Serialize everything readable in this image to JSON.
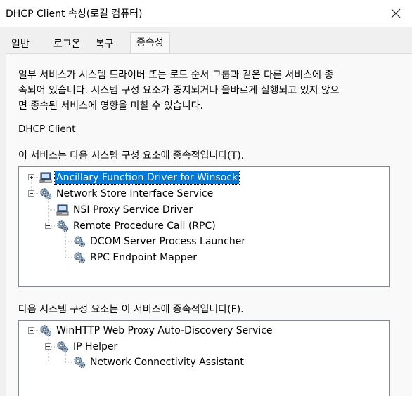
{
  "window": {
    "title": "DHCP Client 속성(로컬 컴퓨터)",
    "close_icon": "close-icon"
  },
  "tabs": [
    {
      "label": "일반"
    },
    {
      "label": "로그온"
    },
    {
      "label": "복구"
    },
    {
      "label": "종속성",
      "selected": true
    }
  ],
  "description": {
    "line1": "일부 서비스가 시스템 드라이버 또는 로드 순서 그룹과 같은 다른 서비스에 종",
    "line2": "속되어 있습니다. 시스템 구성 요소가 중지되거나 올바르게 실행되고 있지 않으",
    "line3": "면 종속된 서비스에 영향을 미칠 수 있습니다."
  },
  "service_name": "DHCP Client",
  "depends_on": {
    "label": "이 서비스는 다음 시스템 구성 요소에 종속적입니다(T).",
    "nodes": [
      {
        "text": "Ancillary Function Driver for Winsock",
        "icon": "driver-icon",
        "expander": "plus",
        "selected": true
      },
      {
        "text": "Network Store Interface Service",
        "icon": "gear-service-icon",
        "expander": "minus"
      },
      {
        "text": "NSI Proxy Service Driver",
        "icon": "driver-icon"
      },
      {
        "text": "Remote Procedure Call (RPC)",
        "icon": "gear-service-icon",
        "expander": "minus"
      },
      {
        "text": "DCOM Server Process Launcher",
        "icon": "gear-service-icon"
      },
      {
        "text": "RPC Endpoint Mapper",
        "icon": "gear-service-icon"
      }
    ]
  },
  "dependents": {
    "label": "다음 시스템 구성 요소는 이 서비스에 종속적입니다(F).",
    "nodes": [
      {
        "text": "WinHTTP Web Proxy Auto-Discovery Service",
        "icon": "gear-service-icon",
        "expander": "minus"
      },
      {
        "text": "IP Helper",
        "icon": "gear-service-icon",
        "expander": "minus"
      },
      {
        "text": "Network Connectivity Assistant",
        "icon": "gear-service-icon"
      }
    ]
  },
  "colors": {
    "selection": "#0078d7",
    "tree_border": "#828790",
    "dialog_bg": "#f0f0f0"
  }
}
